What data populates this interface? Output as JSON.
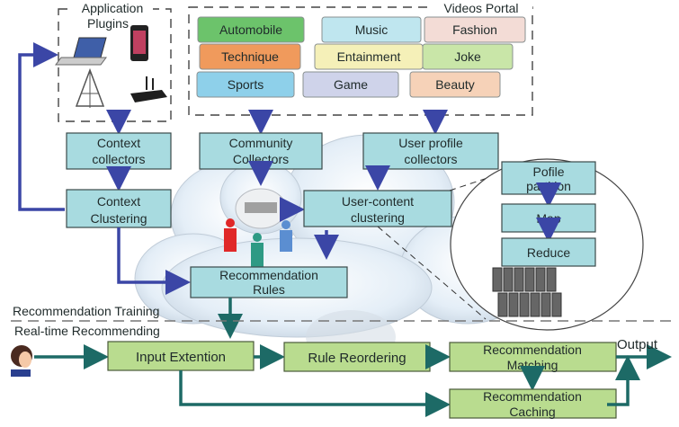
{
  "sections": {
    "application_plugins": {
      "title_line1": "Application",
      "title_line2": "Plugins",
      "icons": [
        "laptop-icon",
        "smartphone-icon",
        "tower-icon",
        "router-icon"
      ]
    },
    "videos_portal": {
      "title": "Videos Portal",
      "categories": [
        {
          "label": "Automobile",
          "color": "#6cc36b"
        },
        {
          "label": "Music",
          "color": "#bfe6ef"
        },
        {
          "label": "Fashion",
          "color": "#f3dcd6"
        },
        {
          "label": "Technique",
          "color": "#f09a5c"
        },
        {
          "label": "Entainment",
          "color": "#f5f0b8"
        },
        {
          "label": "Joke",
          "color": "#c9e6a8"
        },
        {
          "label": "Sports",
          "color": "#8ed0ea"
        },
        {
          "label": "Game",
          "color": "#cfd3ea"
        },
        {
          "label": "Beauty",
          "color": "#f6d2b8"
        }
      ]
    }
  },
  "training": {
    "context_collectors": {
      "line1": "Context",
      "line2": "collectors"
    },
    "context_clustering": {
      "line1": "Context",
      "line2": "Clustering"
    },
    "community_collectors": {
      "line1": "Community",
      "line2": "Collectors"
    },
    "user_profile_collectors": {
      "line1": "User profile",
      "line2": "collectors"
    },
    "user_content_clustering": {
      "line1": "User-content",
      "line2": "clustering"
    },
    "recommendation_rules": {
      "line1": "Recommendation",
      "line2": "Rules"
    },
    "profile_partition": {
      "line1": "Pofile",
      "line2": "partition"
    },
    "map": "Map",
    "reduce": "Reduce"
  },
  "phase_labels": {
    "training": "Recommendation Training",
    "realtime": "Real-time Recommending"
  },
  "realtime": {
    "input_extention": "Input Extention",
    "rule_reordering": "Rule Reordering",
    "recommendation_matching": {
      "line1": "Recommendation",
      "line2": "Matching"
    },
    "recommendation_caching": {
      "line1": "Recommendation",
      "line2": "Caching"
    },
    "output": "Output"
  },
  "colors": {
    "blue_box": "#a8dbe0",
    "green_box": "#b9dc8f",
    "blue_arrow": "#3b46a6",
    "teal_arrow": "#1d6a66",
    "cloud": "#e6f0f8"
  }
}
